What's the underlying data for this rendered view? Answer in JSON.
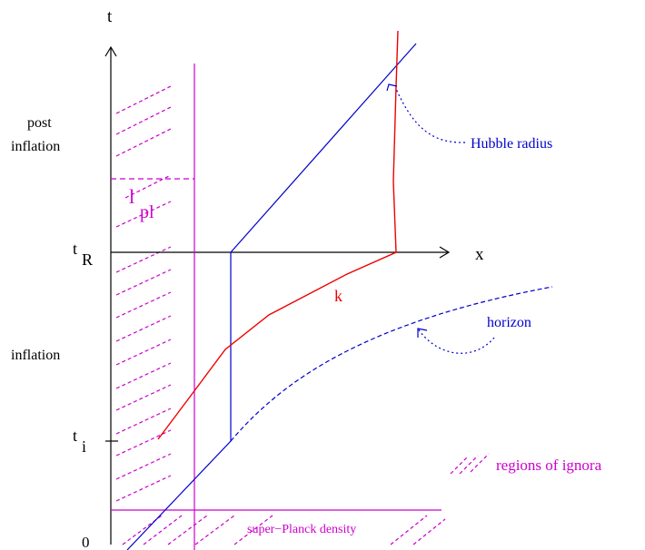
{
  "diagram": {
    "axes": {
      "vertical_label": "t",
      "horizontal_label": "x",
      "origin_label": "0",
      "tick_R": {
        "main": "t",
        "sub": "R"
      },
      "tick_i": {
        "main": "t",
        "sub": "i"
      }
    },
    "regions": {
      "post_inflation": [
        "post",
        "inflation"
      ],
      "inflation": "inflation"
    },
    "labels": {
      "planck_length": {
        "main": "l",
        "sub": "pl"
      },
      "hubble_radius": "Hubble radius",
      "horizon": "horizon",
      "mode": "k",
      "super_planck": "super−Planck density",
      "legend": "regions of ignora"
    },
    "colors": {
      "axes": "#000000",
      "planck": "#cc00cc",
      "hubble": "#0000cc",
      "mode": "#ee0000"
    }
  }
}
